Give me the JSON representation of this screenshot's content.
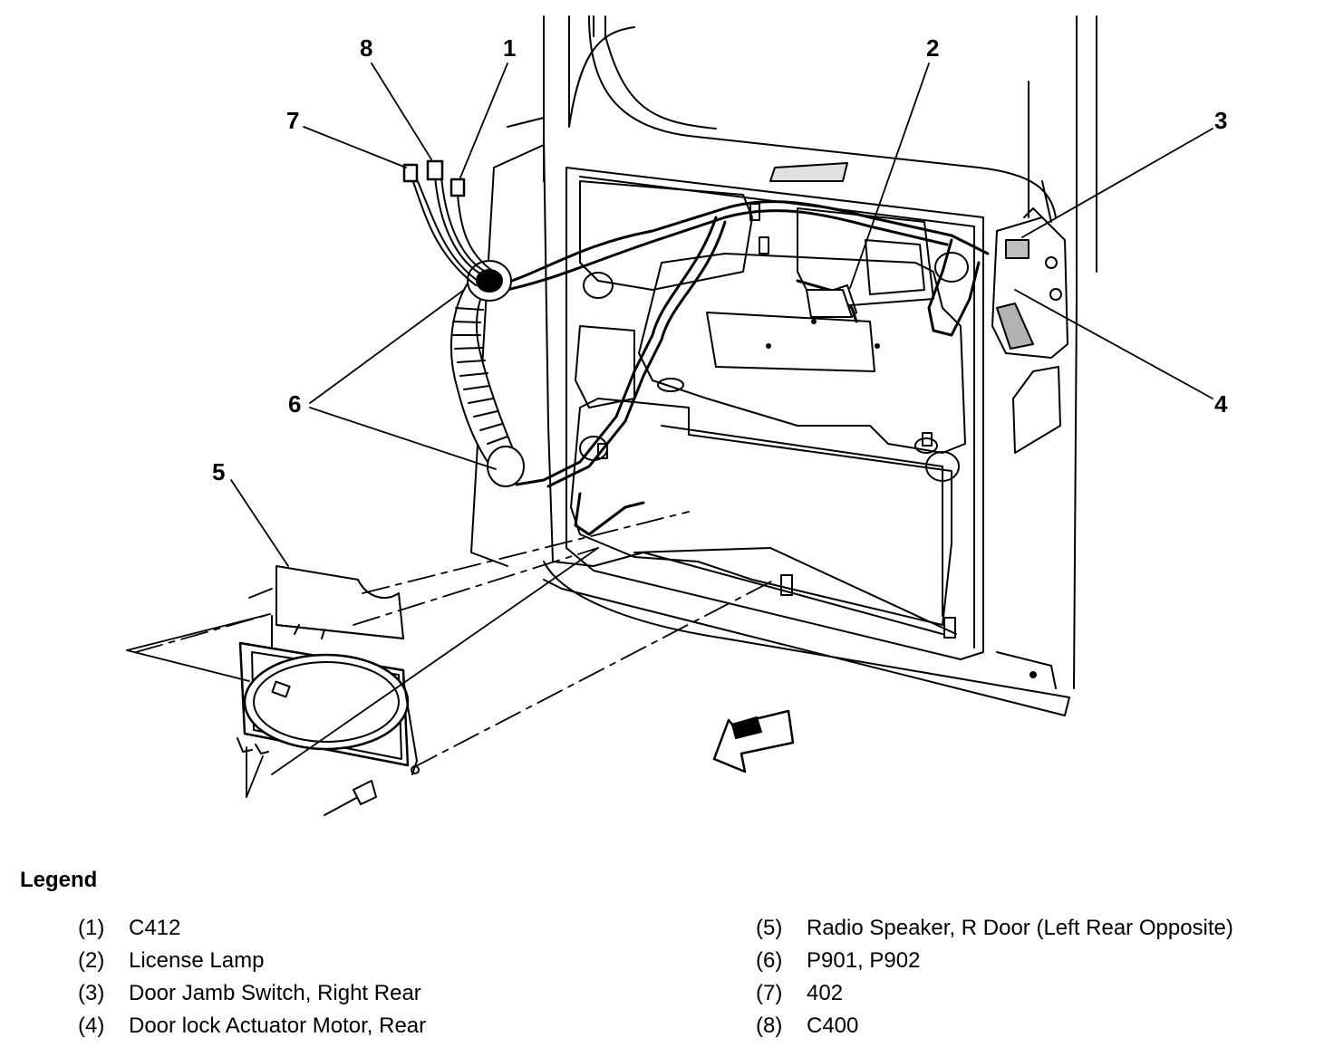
{
  "callouts": {
    "c1": "1",
    "c2": "2",
    "c3": "3",
    "c4": "4",
    "c5": "5",
    "c6": "6",
    "c7": "7",
    "c8": "8"
  },
  "legend": {
    "title": "Legend",
    "items": [
      {
        "num": "(1)",
        "label": "C412"
      },
      {
        "num": "(2)",
        "label": "License Lamp"
      },
      {
        "num": "(3)",
        "label": "Door Jamb Switch, Right Rear"
      },
      {
        "num": "(4)",
        "label": "Door lock Actuator Motor, Rear"
      },
      {
        "num": "(5)",
        "label": "Radio Speaker, R Door (Left Rear Opposite)"
      },
      {
        "num": "(6)",
        "label": "P901, P902"
      },
      {
        "num": "(7)",
        "label": "402"
      },
      {
        "num": "(8)",
        "label": "C400"
      }
    ]
  }
}
